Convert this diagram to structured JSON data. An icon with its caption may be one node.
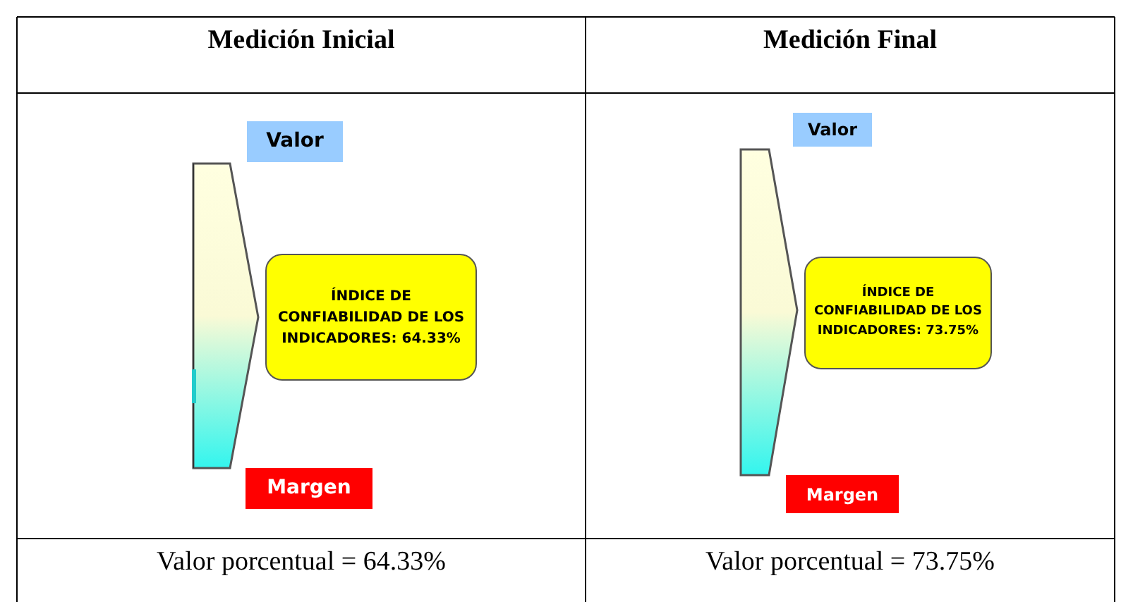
{
  "diagram": {
    "nodes": [
      {
        "text": [
          "Valor"
        ]
      },
      {
        "text": [
          "ÍNDICE DE CONFIABILIDAD DE LOS INDICADORES: 64.33%"
        ]
      },
      {
        "text": [
          "Margen"
        ]
      },
      {
        "text": [
          "Valor"
        ]
      },
      {
        "text": [
          "ÍNDICE DE CONFIABILIDAD DE LOS INDICADORES: 73.75%"
        ]
      },
      {
        "text": [
          "Margen"
        ]
      }
    ],
    "labels": [
      "Medición Inicial",
      "Medición Final",
      "Valor porcentual = 64.33%",
      "Valor porcentual = 73.75%"
    ]
  }
}
